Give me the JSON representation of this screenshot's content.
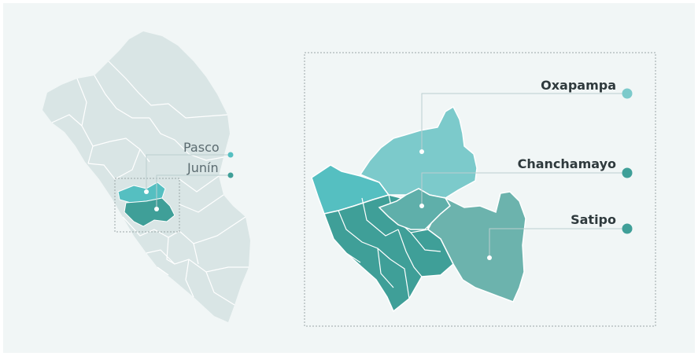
{
  "colors": {
    "background": "#f1f6f6",
    "country_fill": "#d9e5e5",
    "border": "#ffffff",
    "pasco": "#55bfc1",
    "junin": "#3f9f98",
    "oxapampa": "#7ccacb",
    "chanchamayo": "#5fafaa",
    "satipo": "#6cb3ad",
    "leader_line": "#bccfd0",
    "frame": "#9aa7a8"
  },
  "overview": {
    "labels": [
      {
        "text": "Pasco",
        "marker_color": "#55bfc1"
      },
      {
        "text": "Junín",
        "marker_color": "#3f9f98"
      }
    ]
  },
  "detail": {
    "provinces": [
      {
        "name": "Oxapampa",
        "marker_color": "#7ccacb"
      },
      {
        "name": "Chanchamayo",
        "marker_color": "#3f9f98"
      },
      {
        "name": "Satipo",
        "marker_color": "#3f9f98"
      }
    ]
  }
}
